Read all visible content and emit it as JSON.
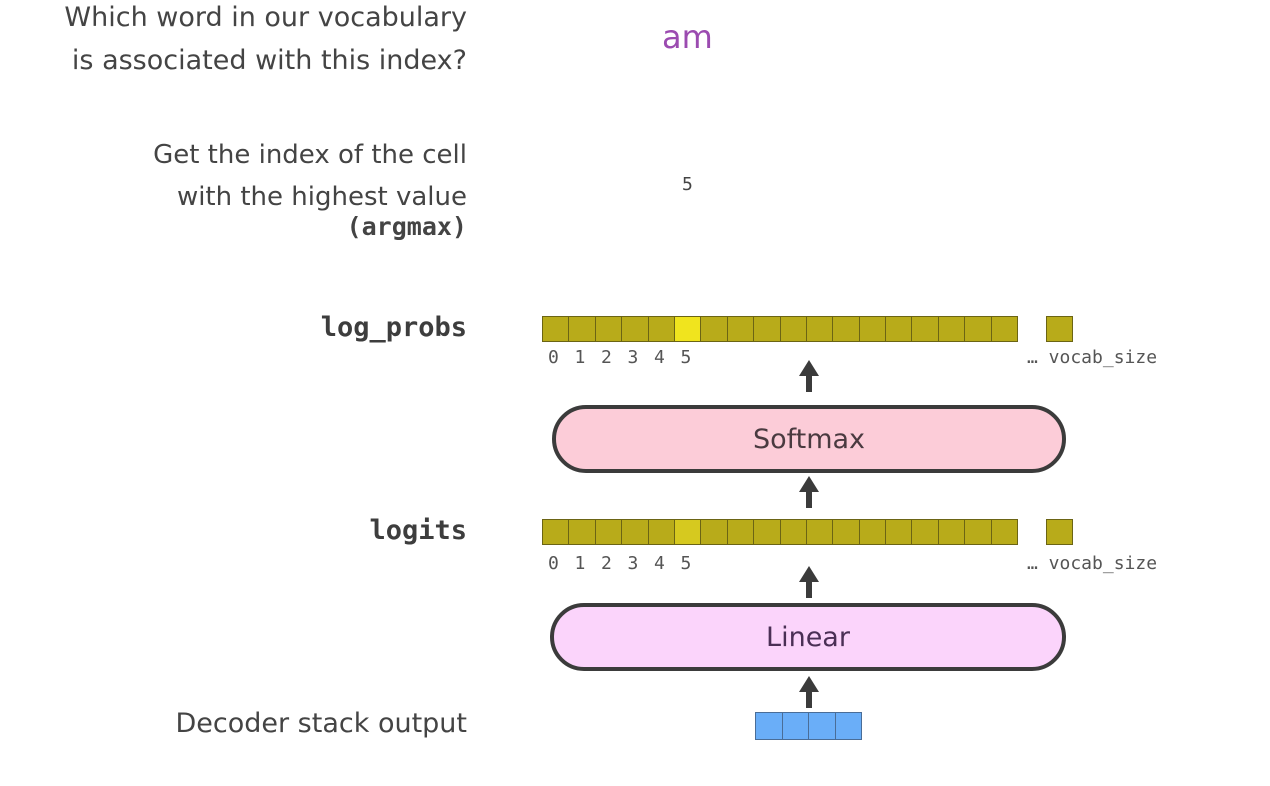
{
  "labels": {
    "question_line1": "Which word in our vocabulary",
    "question_line2": "is associated with this index?",
    "argmax_line1": "Get the index of the cell",
    "argmax_line2": "with the highest value",
    "argmax_code": "(argmax)",
    "log_probs": "log_probs",
    "logits": "logits",
    "decoder_output": "Decoder stack output"
  },
  "result": {
    "word": "am",
    "index": "5"
  },
  "vector": {
    "cell_count": 18,
    "highlighted_index": 5,
    "tick_labels": [
      "0",
      "1",
      "2",
      "3",
      "4",
      "5"
    ],
    "ellipsis_label": "… vocab_size"
  },
  "layers": {
    "softmax": "Softmax",
    "linear": "Linear"
  },
  "decoder": {
    "cell_count": 4
  },
  "colors": {
    "cell": "#b8ab1a",
    "cell_highlight": "#f0e41e",
    "softmax_fill": "#fcccd8",
    "linear_fill": "#fbd4fb",
    "decoder_cell": "#6aaef8",
    "word": "#9b4bb0"
  }
}
